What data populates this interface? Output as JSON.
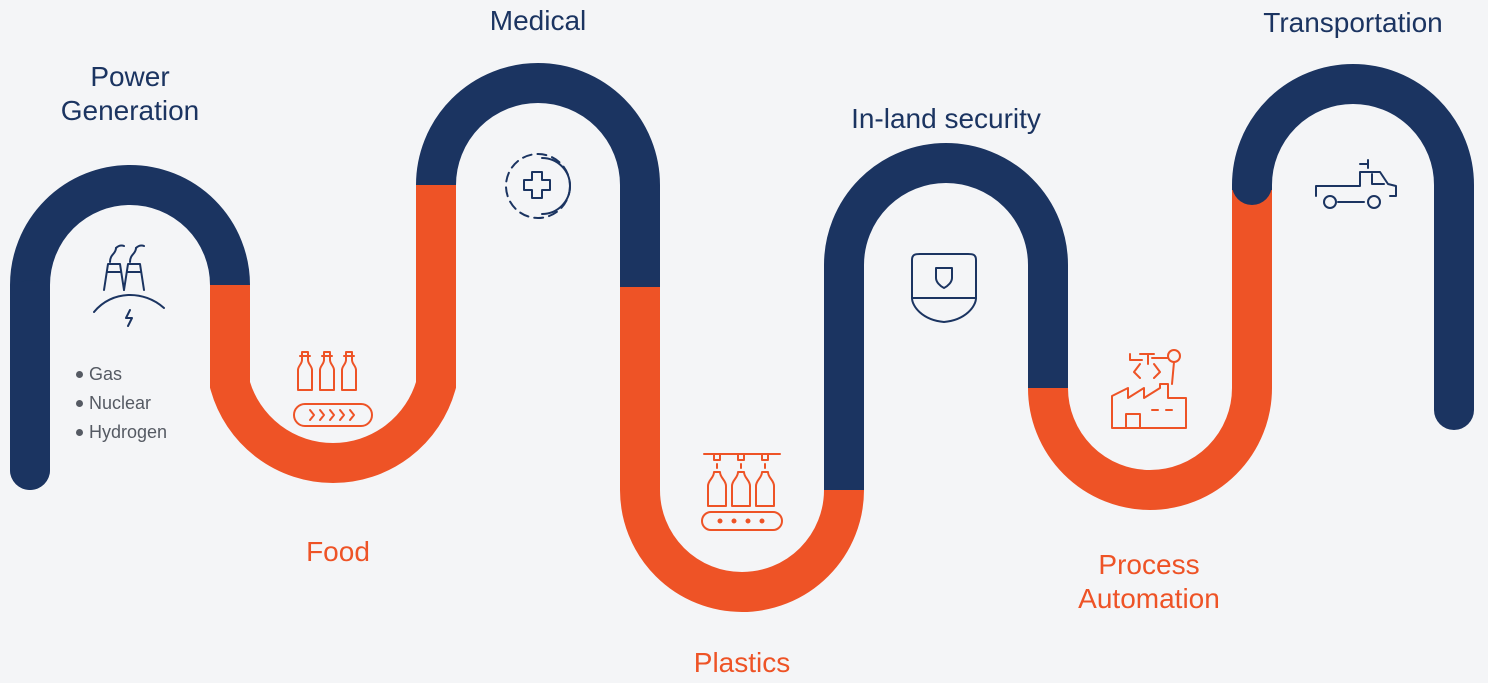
{
  "colors": {
    "navy": "#1b3461",
    "orange": "#ee5326",
    "background": "#f4f5f7"
  },
  "stages": [
    {
      "label": "Power\nGeneration",
      "color": "navy",
      "icon": "power-plant-icon"
    },
    {
      "label": "Food",
      "color": "orange",
      "icon": "food-bottles-conveyor-icon"
    },
    {
      "label": "Medical",
      "color": "navy",
      "icon": "medical-cross-icon"
    },
    {
      "label": "Plastics",
      "color": "orange",
      "icon": "plastic-bottle-filling-icon"
    },
    {
      "label": "In-land security",
      "color": "navy",
      "icon": "security-shield-icon"
    },
    {
      "label": "Process\nAutomation",
      "color": "orange",
      "icon": "robot-arm-factory-icon"
    },
    {
      "label": "Transportation",
      "color": "navy",
      "icon": "truck-icon"
    }
  ],
  "power_generation_items": [
    "Gas",
    "Nuclear",
    "Hydrogen"
  ]
}
